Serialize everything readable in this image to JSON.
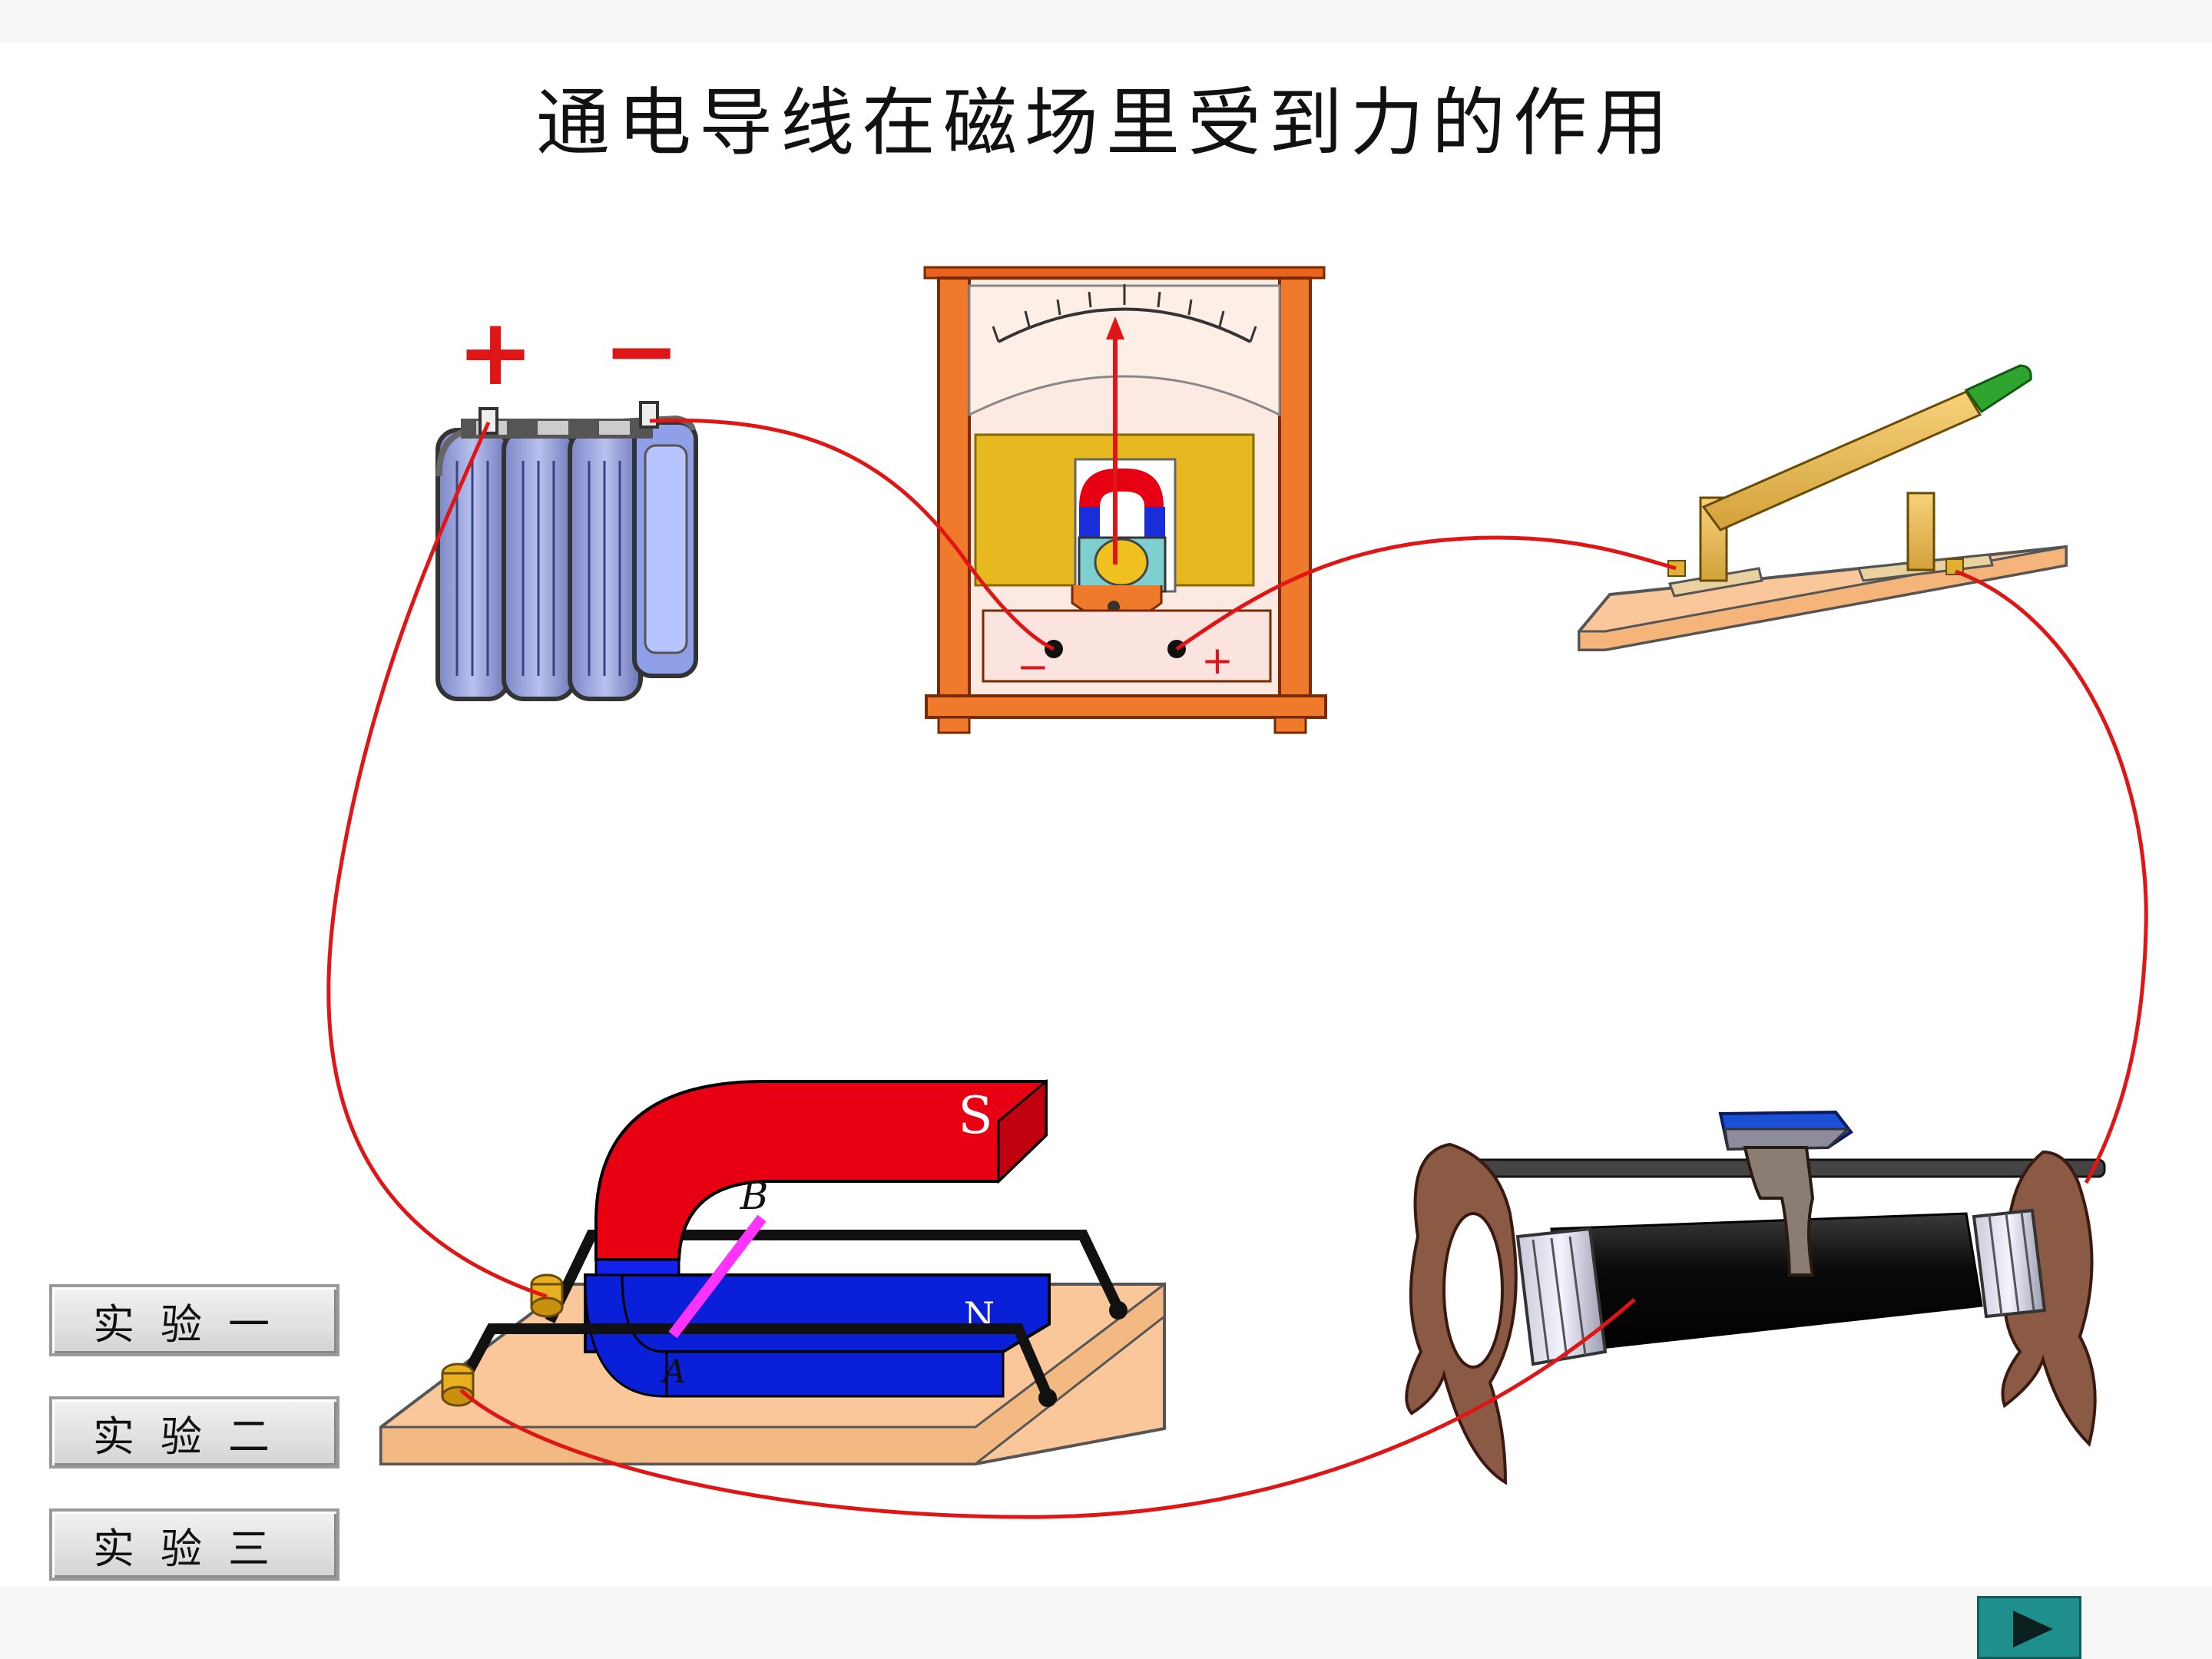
{
  "page": {
    "title": "通电导线在磁场里受到力的作用"
  },
  "battery": {
    "plus": "+",
    "minus": "−"
  },
  "meter": {
    "minus": "−",
    "plus": "+"
  },
  "magnet": {
    "pole_s": "S",
    "pole_n": "N",
    "point_a": "A",
    "point_b": "B"
  },
  "experiments": [
    {
      "label": "实验一"
    },
    {
      "label": "实验二"
    },
    {
      "label": "实验三"
    }
  ],
  "colors": {
    "wire": "#e01515",
    "magnet_red": "#e60012",
    "magnet_blue": "#0a1fd8",
    "rod": "#ff33ff",
    "meter_frame": "#e8641e",
    "board": "#f9c79a"
  },
  "icons": {
    "next": "play-triangle-icon"
  }
}
